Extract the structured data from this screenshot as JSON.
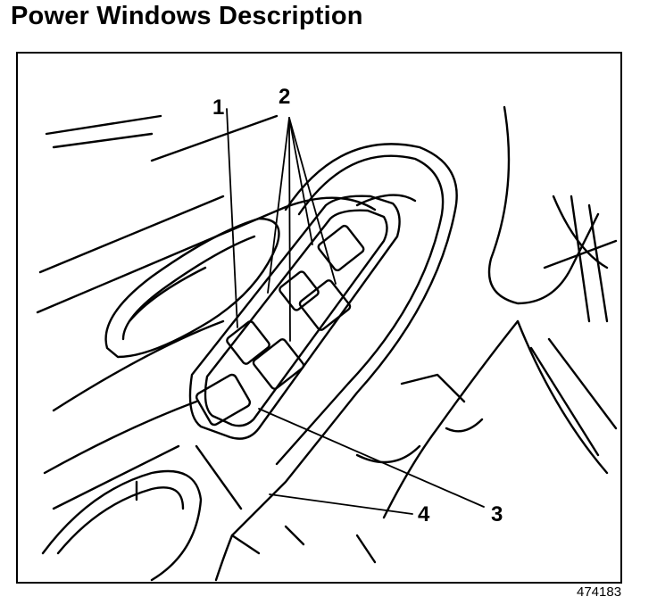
{
  "title": "Power Windows Description",
  "figure_id": "474183",
  "callouts": {
    "c1": "1",
    "c2": "2",
    "c3": "3",
    "c4": "4"
  }
}
